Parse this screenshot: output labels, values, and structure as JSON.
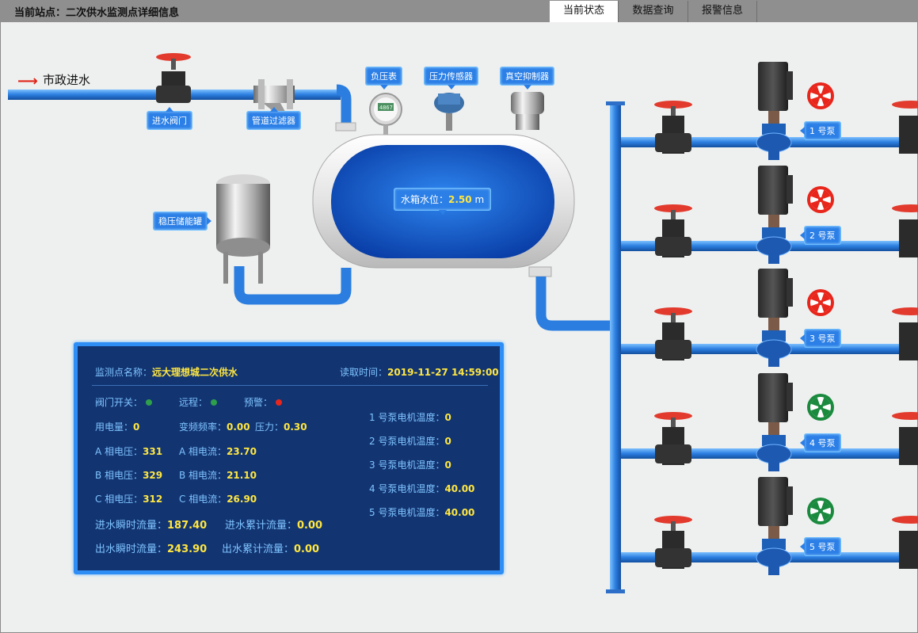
{
  "header": {
    "station": "当前站点：二次供水监测点详细信息",
    "tabs": [
      {
        "label": "当前状态",
        "active": true
      },
      {
        "label": "数据查询",
        "active": false
      },
      {
        "label": "报警信息",
        "active": false
      }
    ]
  },
  "diagram": {
    "inlet": "市政进水",
    "valve_label": "进水阀门",
    "filter_label": "管道过滤器",
    "gauge_label": "负压表",
    "sensor_label": "压力传感器",
    "vacuum_label": "真空抑制器",
    "tank_label": "稳压储能罐",
    "water_level_label": "水箱水位：",
    "water_level_value": "2.50",
    "water_level_unit": "m",
    "gauge_reading": "4867",
    "pipe_color": "#2f82e0",
    "pumps": [
      {
        "label": "1 号泵",
        "status": "stopped",
        "color": "#e8261c"
      },
      {
        "label": "2 号泵",
        "status": "stopped",
        "color": "#e8261c"
      },
      {
        "label": "3 号泵",
        "status": "stopped",
        "color": "#e8261c"
      },
      {
        "label": "4 号泵",
        "status": "running",
        "color": "#1a8a3e"
      },
      {
        "label": "5 号泵",
        "status": "running",
        "color": "#1a8a3e"
      }
    ]
  },
  "panel": {
    "name_label": "监测点名称：",
    "name_value": "远大理想城二次供水",
    "time_label": "读取时间：",
    "time_value": "2019-11-27 14:59:00",
    "valve_switch_label": "阀门开关：",
    "valve_switch_color": "#2e9f4a",
    "remote_label": "远程：",
    "remote_color": "#2e9f4a",
    "alarm_label": "预警：",
    "alarm_color": "#e8261c",
    "power_label": "用电量：",
    "power_value": "0",
    "freq_label": "变频频率：",
    "freq_value": "0.00",
    "pressure_label": "压力：",
    "pressure_value": "0.30",
    "a_volt_label": "A 相电压：",
    "a_volt_value": "331",
    "a_curr_label": "A 相电流：",
    "a_curr_value": "23.70",
    "b_volt_label": "B 相电压：",
    "b_volt_value": "329",
    "b_curr_label": "B 相电流：",
    "b_curr_value": "21.10",
    "c_volt_label": "C 相电压：",
    "c_volt_value": "312",
    "c_curr_label": "C 相电流：",
    "c_curr_value": "26.90",
    "in_flow_label": "进水瞬时流量：",
    "in_flow_value": "187.40",
    "in_total_label": "进水累计流量：",
    "in_total_value": "0.00",
    "out_flow_label": "出水瞬时流量：",
    "out_flow_value": "243.90",
    "out_total_label": "出水累计流量：",
    "out_total_value": "0.00",
    "motor_temps": [
      {
        "label": "1 号泵电机温度：",
        "value": "0"
      },
      {
        "label": "2 号泵电机温度：",
        "value": "0"
      },
      {
        "label": "3 号泵电机温度：",
        "value": "0"
      },
      {
        "label": "4 号泵电机温度：",
        "value": "40.00"
      },
      {
        "label": "5 号泵电机温度：",
        "value": "40.00"
      }
    ]
  }
}
